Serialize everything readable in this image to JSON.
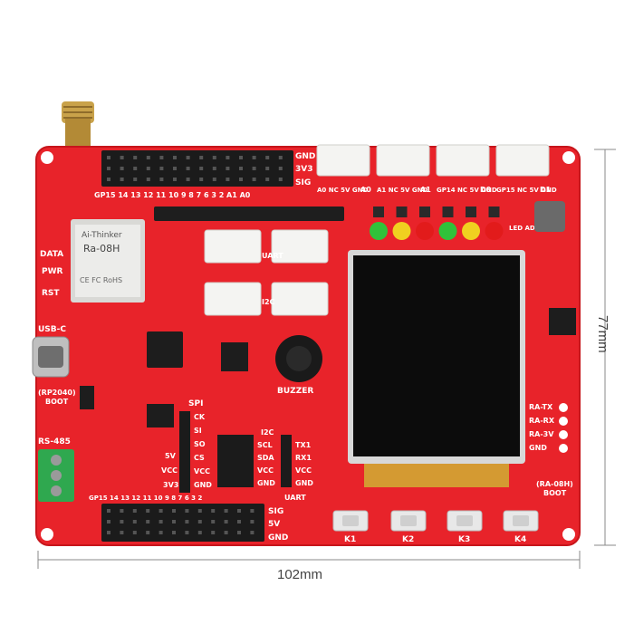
{
  "dimensions": {
    "width_label": "102mm",
    "height_label": "77mm"
  },
  "top_header": {
    "pins_label": "GP15 14 13 12 11 10 9 8 7 6 3 2 A1 A0",
    "rail_labels": [
      "GND",
      "3V3",
      "SIG"
    ]
  },
  "grove_top": {
    "connectors": [
      {
        "pins": "A0 NC 5V GND",
        "id": "A0"
      },
      {
        "pins": "A1 NC 5V GND",
        "id": "A1"
      },
      {
        "pins": "GP14 NC 5V GND",
        "id": "D0"
      },
      {
        "pins": "GP15 NC 5V GND",
        "id": "D1"
      }
    ]
  },
  "module": {
    "brand": "Ai-Thinker",
    "model": "Ra-08H",
    "cert": "CE FC RoHS"
  },
  "left_labels": [
    "DATA",
    "PWR",
    "RST",
    "USB-C",
    "(RP2040)",
    "BOOT",
    "RS-485"
  ],
  "center_labels": {
    "uart": "UART",
    "i2c": "I2C",
    "buzzer": "BUZZER",
    "spi": "SPI",
    "uart_bottom": "UART"
  },
  "led_section": {
    "colors": [
      "#30c23a",
      "#f0d020",
      "#e21b1b",
      "#30c23a",
      "#f0d020",
      "#e21b1b"
    ],
    "label": "LED ADD: 0X18"
  },
  "right_labels": [
    "RA-TX",
    "RA-RX",
    "RA-3V",
    "GND",
    "(RA-08H)",
    "BOOT"
  ],
  "spi_pins": [
    "CK",
    "SI",
    "SO",
    "CS",
    "VCC",
    "GND"
  ],
  "i2c_pins": [
    "SCL",
    "SDA",
    "VCC",
    "GND"
  ],
  "uart_pins": [
    "TX1",
    "RX1",
    "VCC",
    "GND"
  ],
  "power_select": [
    "5V",
    "VCC",
    "3V3"
  ],
  "bottom_header": {
    "pins_label": "GP15 14 13 12 11 10 9 8 7 6 3 2",
    "rail_labels": [
      "SIG",
      "5V",
      "GND"
    ]
  },
  "buttons": [
    "K1",
    "K2",
    "K3",
    "K4"
  ],
  "colors": {
    "pcb": "#e8232a",
    "pcb_dark": "#b51218",
    "header": "#1b1b1b",
    "grove": "#f4f4f2",
    "lcd": "#0c0c0c",
    "terminal": "#2fa84f",
    "gold": "#c9a24a"
  }
}
